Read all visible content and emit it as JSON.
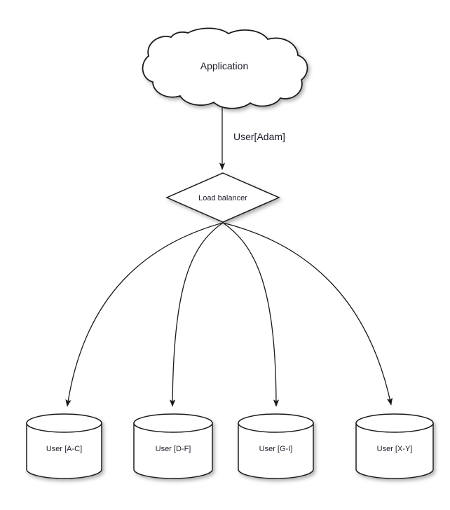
{
  "diagram": {
    "title_node": {
      "id": "application-cloud",
      "label": "Application",
      "shape": "cloud"
    },
    "balancer_node": {
      "id": "load-balancer",
      "label": "Load balancer",
      "shape": "diamond"
    },
    "main_edge": {
      "id": "application-to-balancer",
      "label": "User[Adam]"
    },
    "shards": [
      {
        "id": "shard-a-c",
        "label": "User [A-C]",
        "shape": "cylinder"
      },
      {
        "id": "shard-d-f",
        "label": "User [D-F]",
        "shape": "cylinder"
      },
      {
        "id": "shard-g-i",
        "label": "User [G-I]",
        "shape": "cylinder"
      },
      {
        "id": "shard-x-y",
        "label": "User [X-Y]",
        "shape": "cylinder"
      }
    ],
    "colors": {
      "background": "#ffffff",
      "stroke": "#1a1a1a",
      "shape_fill": "#ffffff",
      "text": "#1b1b26",
      "shadow": "#b8b8b8"
    }
  }
}
